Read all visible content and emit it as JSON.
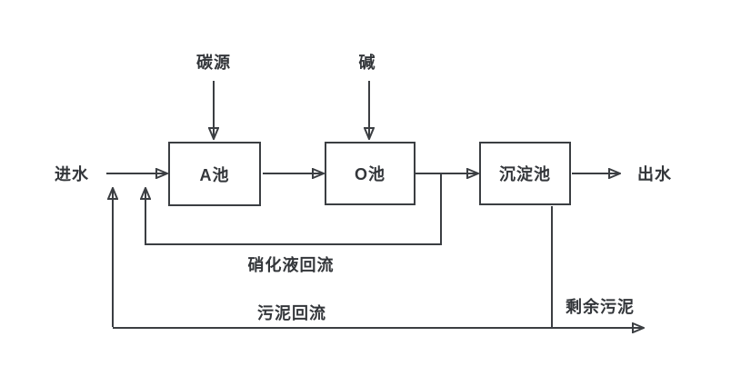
{
  "diagram": {
    "type": "process-flow",
    "nodes": [
      {
        "id": "tank-a",
        "label": "A池"
      },
      {
        "id": "tank-o",
        "label": "O池"
      },
      {
        "id": "sedimentation-tank",
        "label": "沉淀池"
      }
    ],
    "labels": {
      "influent": "进水",
      "effluent": "出水",
      "carbon_source": "碳源",
      "alkali": "碱",
      "nitrified_liquid_recycle": "硝化液回流",
      "sludge_return": "污泥回流",
      "excess_sludge": "剩余污泥"
    },
    "flows": [
      "进水 → A池",
      "碳源 → A池",
      "A池 → O池",
      "碱 → O池",
      "O池 → 沉淀池",
      "沉淀池 → 出水",
      "O池出口 → 硝化液回流 → A池进口",
      "沉淀池 → 污泥回流 → 进水",
      "沉淀池 → 剩余污泥"
    ],
    "colors": {
      "line": "#3b3e42",
      "text": "#33363a",
      "background": "#ffffff"
    }
  }
}
